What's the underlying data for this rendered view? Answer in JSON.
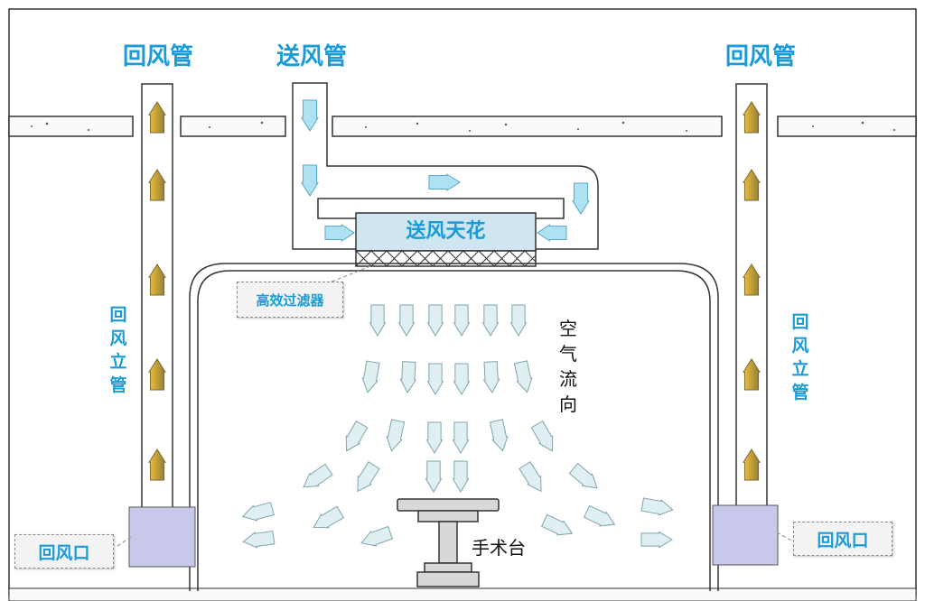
{
  "labels": {
    "return_duct_left": "回风管",
    "supply_duct": "送风管",
    "return_duct_right": "回风管",
    "supply_ceiling": "送风天花",
    "hepa_filter": "高效过滤器",
    "return_riser_left": [
      "回",
      "风",
      "立",
      "管"
    ],
    "return_riser_right": [
      "回",
      "风",
      "立",
      "管"
    ],
    "airflow": [
      "空",
      "气",
      "流",
      "向"
    ],
    "operating_table": "手术台",
    "return_vent_left": "回风口",
    "return_vent_right": "回风口"
  },
  "colors": {
    "label_blue": "#1a9bd7",
    "supply_arrow": "#aee2f2",
    "return_arrow": "#e7a42a",
    "airflow_arrow": "#dfeff2",
    "ceiling_fill": "#cfe6f0",
    "vent_fill": "#c8c9ea"
  }
}
